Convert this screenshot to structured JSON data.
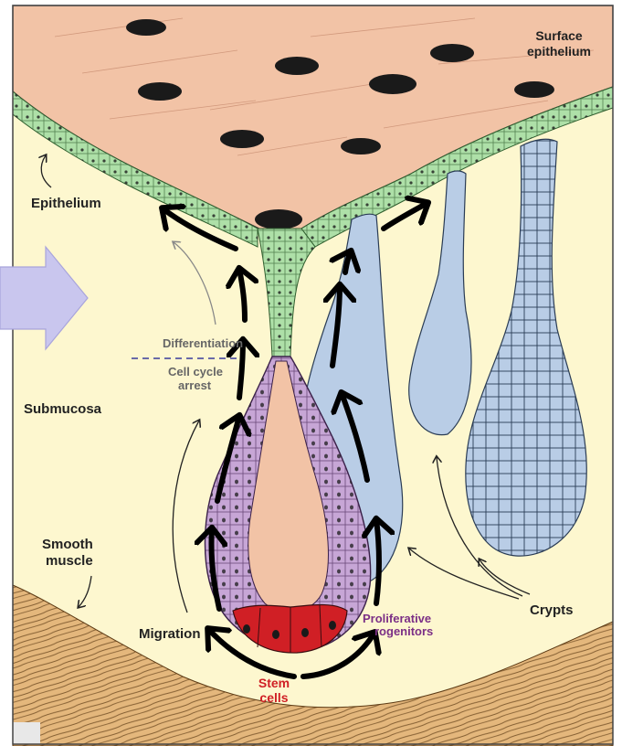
{
  "labels": {
    "surface_epithelium_line1": "Surface",
    "surface_epithelium_line2": "epithelium",
    "epithelium": "Epithelium",
    "differentiation": "Differentiation",
    "cell_cycle_arrest_line1": "Cell cycle",
    "cell_cycle_arrest_line2": "arrest",
    "submucosa": "Submucosa",
    "smooth_muscle_line1": "Smooth",
    "smooth_muscle_line2": "muscle",
    "migration": "Migration",
    "proliferative_line1": "Proliferative",
    "proliferative_line2": "rogenitors",
    "stem_line1": "Stem",
    "stem_line2": "cells",
    "crypts": "Crypts"
  },
  "colors": {
    "surface": "#f2c3a6",
    "submucosa": "#fdf7cf",
    "epithelium": "#aee0a8",
    "crypt_blue": "#b9cde6",
    "progenitor_purple": "#c7a6d6",
    "stem_red": "#d01f25",
    "muscle": "#e4b77c",
    "nav_arrow": "#c9c6ee",
    "migration_arrows": "#000000",
    "label_gray": "#666666",
    "label_purple": "#7b2f86",
    "label_red": "#d01f25"
  }
}
